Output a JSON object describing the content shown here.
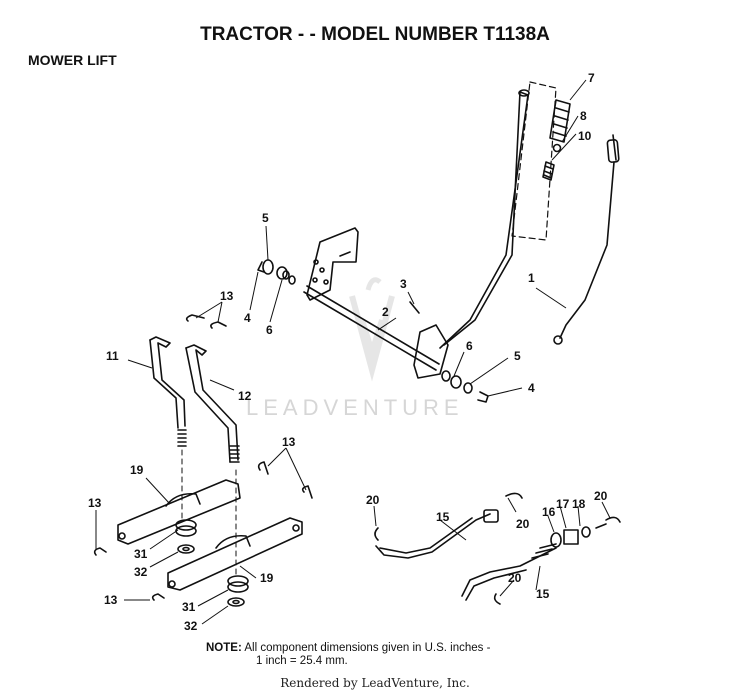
{
  "title": "TRACTOR - - MODEL NUMBER  T1138A",
  "section": "MOWER LIFT",
  "watermark": "LEADVENTURE",
  "callouts": [
    {
      "id": "c7a",
      "text": "7"
    },
    {
      "id": "c8",
      "text": "8"
    },
    {
      "id": "c10",
      "text": "10"
    },
    {
      "id": "c1",
      "text": "1"
    },
    {
      "id": "c5a",
      "text": "5"
    },
    {
      "id": "c4a",
      "text": "4"
    },
    {
      "id": "c6a",
      "text": "6"
    },
    {
      "id": "c3",
      "text": "3"
    },
    {
      "id": "c2",
      "text": "2"
    },
    {
      "id": "c6b",
      "text": "6"
    },
    {
      "id": "c5b",
      "text": "5"
    },
    {
      "id": "c4b",
      "text": "4"
    },
    {
      "id": "c13a",
      "text": "13"
    },
    {
      "id": "c11",
      "text": "11"
    },
    {
      "id": "c12",
      "text": "12"
    },
    {
      "id": "c13b",
      "text": "13"
    },
    {
      "id": "c19a",
      "text": "19"
    },
    {
      "id": "c13c",
      "text": "13"
    },
    {
      "id": "c31a",
      "text": "31"
    },
    {
      "id": "c32a",
      "text": "32"
    },
    {
      "id": "c19b",
      "text": "19"
    },
    {
      "id": "c13d",
      "text": "13"
    },
    {
      "id": "c31b",
      "text": "31"
    },
    {
      "id": "c32b",
      "text": "32"
    },
    {
      "id": "c20a",
      "text": "20"
    },
    {
      "id": "c15a",
      "text": "15"
    },
    {
      "id": "c20b",
      "text": "20"
    },
    {
      "id": "c16",
      "text": "16"
    },
    {
      "id": "c17",
      "text": "17"
    },
    {
      "id": "c18",
      "text": "18"
    },
    {
      "id": "c20c",
      "text": "20"
    },
    {
      "id": "c20d",
      "text": "20"
    },
    {
      "id": "c15b",
      "text": "15"
    }
  ],
  "note": {
    "label": "NOTE:",
    "line1": "All component dimensions given in U.S. inches -",
    "line2": "1 inch = 25.4 mm."
  },
  "footer": "Rendered by LeadVenture, Inc."
}
